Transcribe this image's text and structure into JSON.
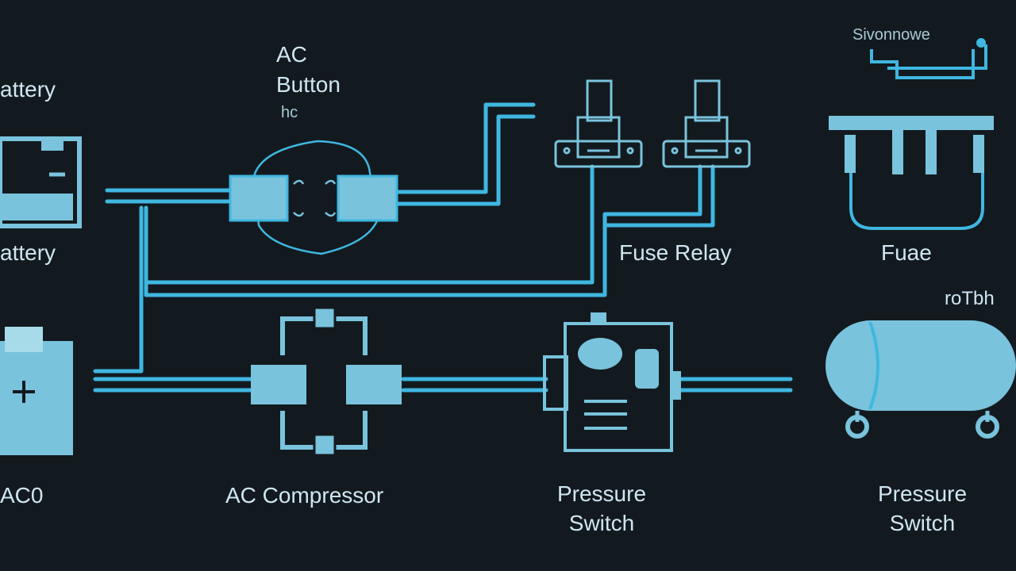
{
  "labels": {
    "battery_top": "attery",
    "ac_button": [
      "AC",
      "Button"
    ],
    "ac_button_sub": "hc",
    "battery_mid": "attery",
    "fuse_relay": "Fuse Relay",
    "fuse": "Fuae",
    "switch_top": "Sivonnowe",
    "fuel_tank_label": "roTbh",
    "acu": "AC0",
    "ac_compressor": "AC Compressor",
    "pressure_switch_1": [
      "Pressure",
      "Switch"
    ],
    "pressure_switch_2": [
      "Pressure",
      "Switch"
    ]
  },
  "colors": {
    "background": "#131a1f",
    "line": "#3fb7e1",
    "fill": "#79c3dd",
    "label": "#cfe6f0"
  }
}
